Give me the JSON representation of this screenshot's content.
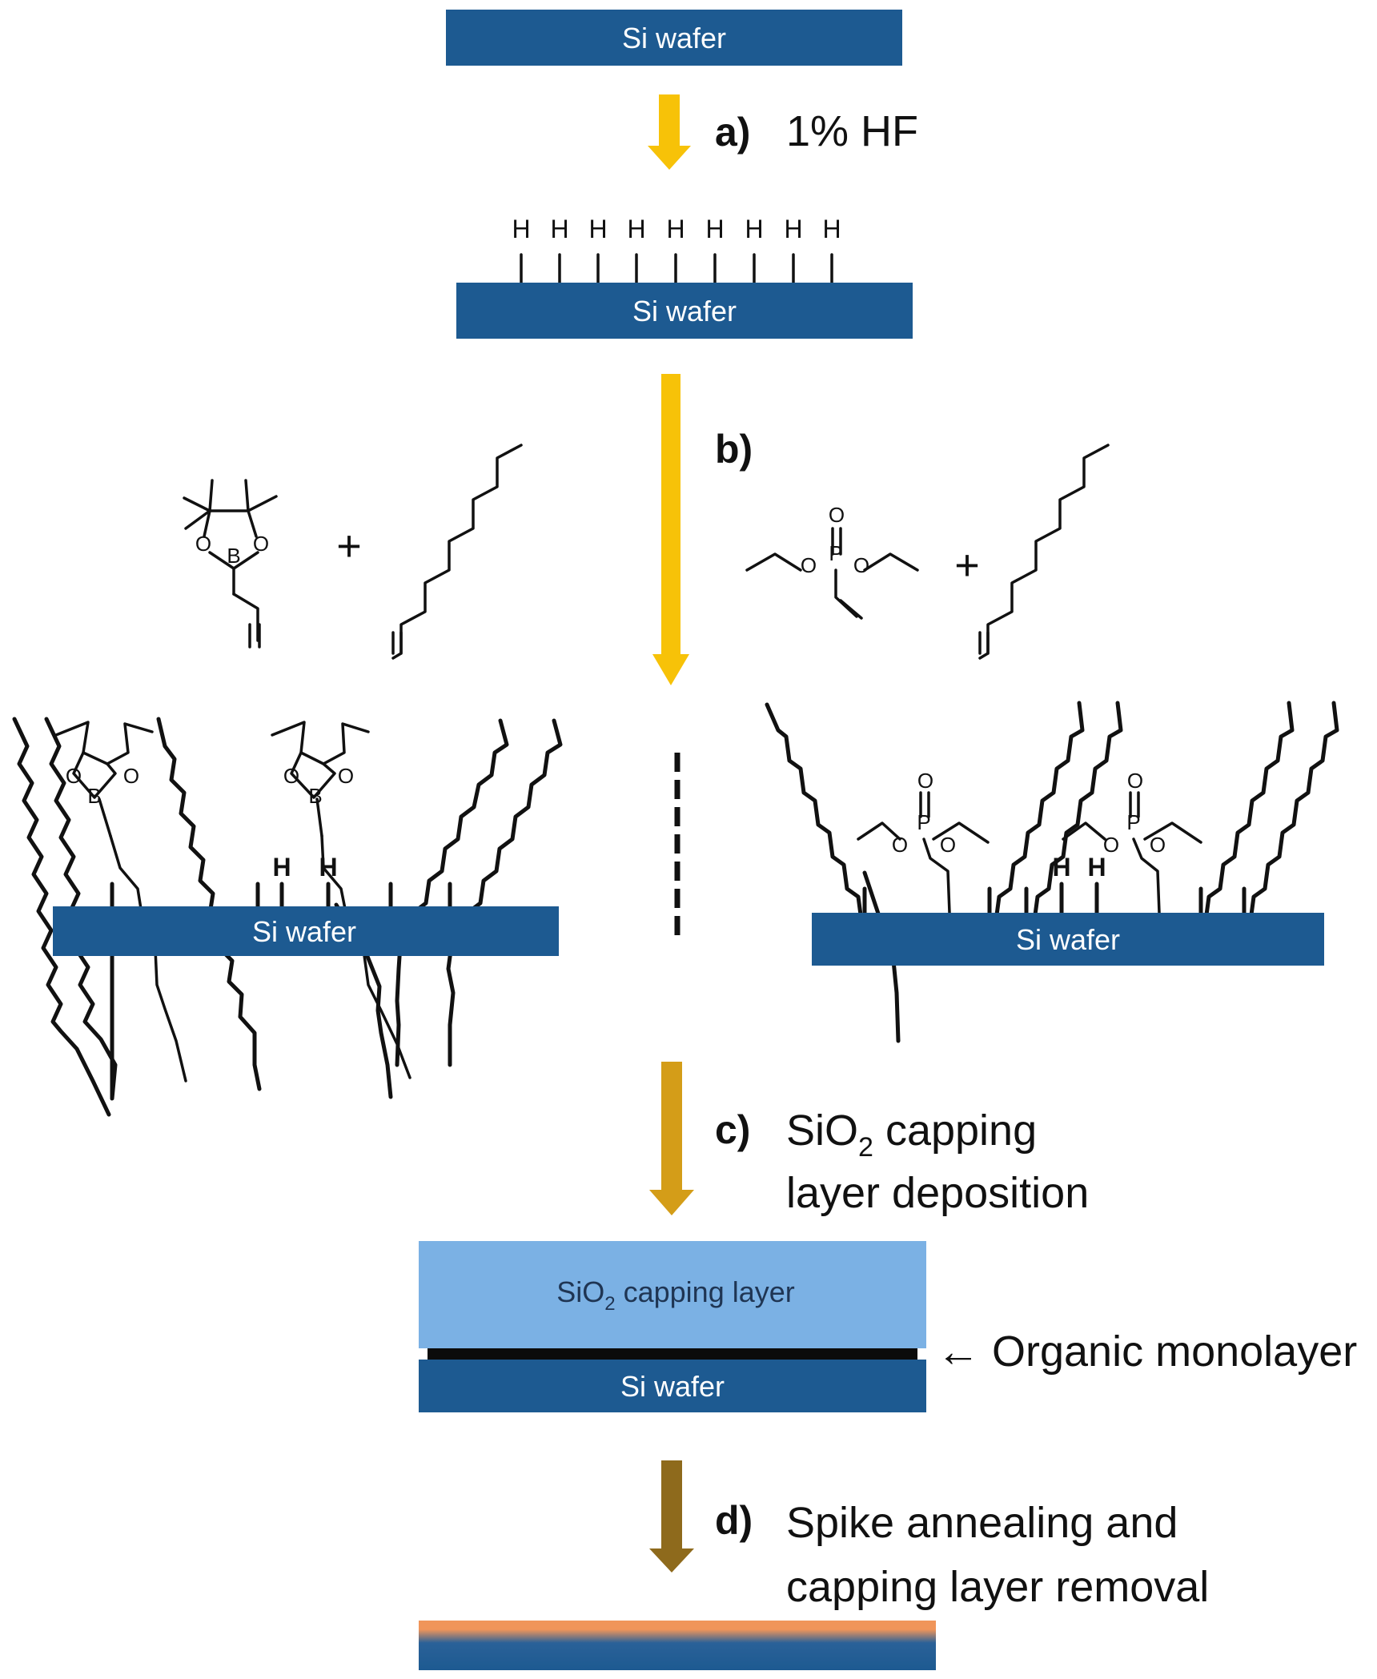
{
  "wafer_label": "Si wafer",
  "steps": {
    "a": {
      "letter": "a)",
      "text": "1% HF"
    },
    "b": {
      "letter": "b)"
    },
    "c": {
      "letter": "c)",
      "line1_main": "SiO",
      "line1_sub": "2",
      "line1_rest": " capping",
      "line2": "layer deposition"
    },
    "d": {
      "letter": "d)",
      "line1": "Spike annealing and",
      "line2": "capping layer removal"
    }
  },
  "hydrogen_symbol": "H",
  "plus_sign": "+",
  "atoms": {
    "oxygen": "O",
    "boron": "B",
    "phosphorus": "P"
  },
  "capping_layer": {
    "main": "SiO",
    "sub": "2",
    "rest": " capping layer"
  },
  "monolayer_label": "← Organic monolayer",
  "colors": {
    "wafer": "#1d5a91",
    "capping": "#7bb1e4",
    "arrow_a": "#f7c208",
    "arrow_b": "#f7c208",
    "arrow_c": "#d49d18",
    "arrow_d": "#8e6a1c",
    "final_orange": "#f0955a",
    "final_blue": "#1d5a91"
  }
}
